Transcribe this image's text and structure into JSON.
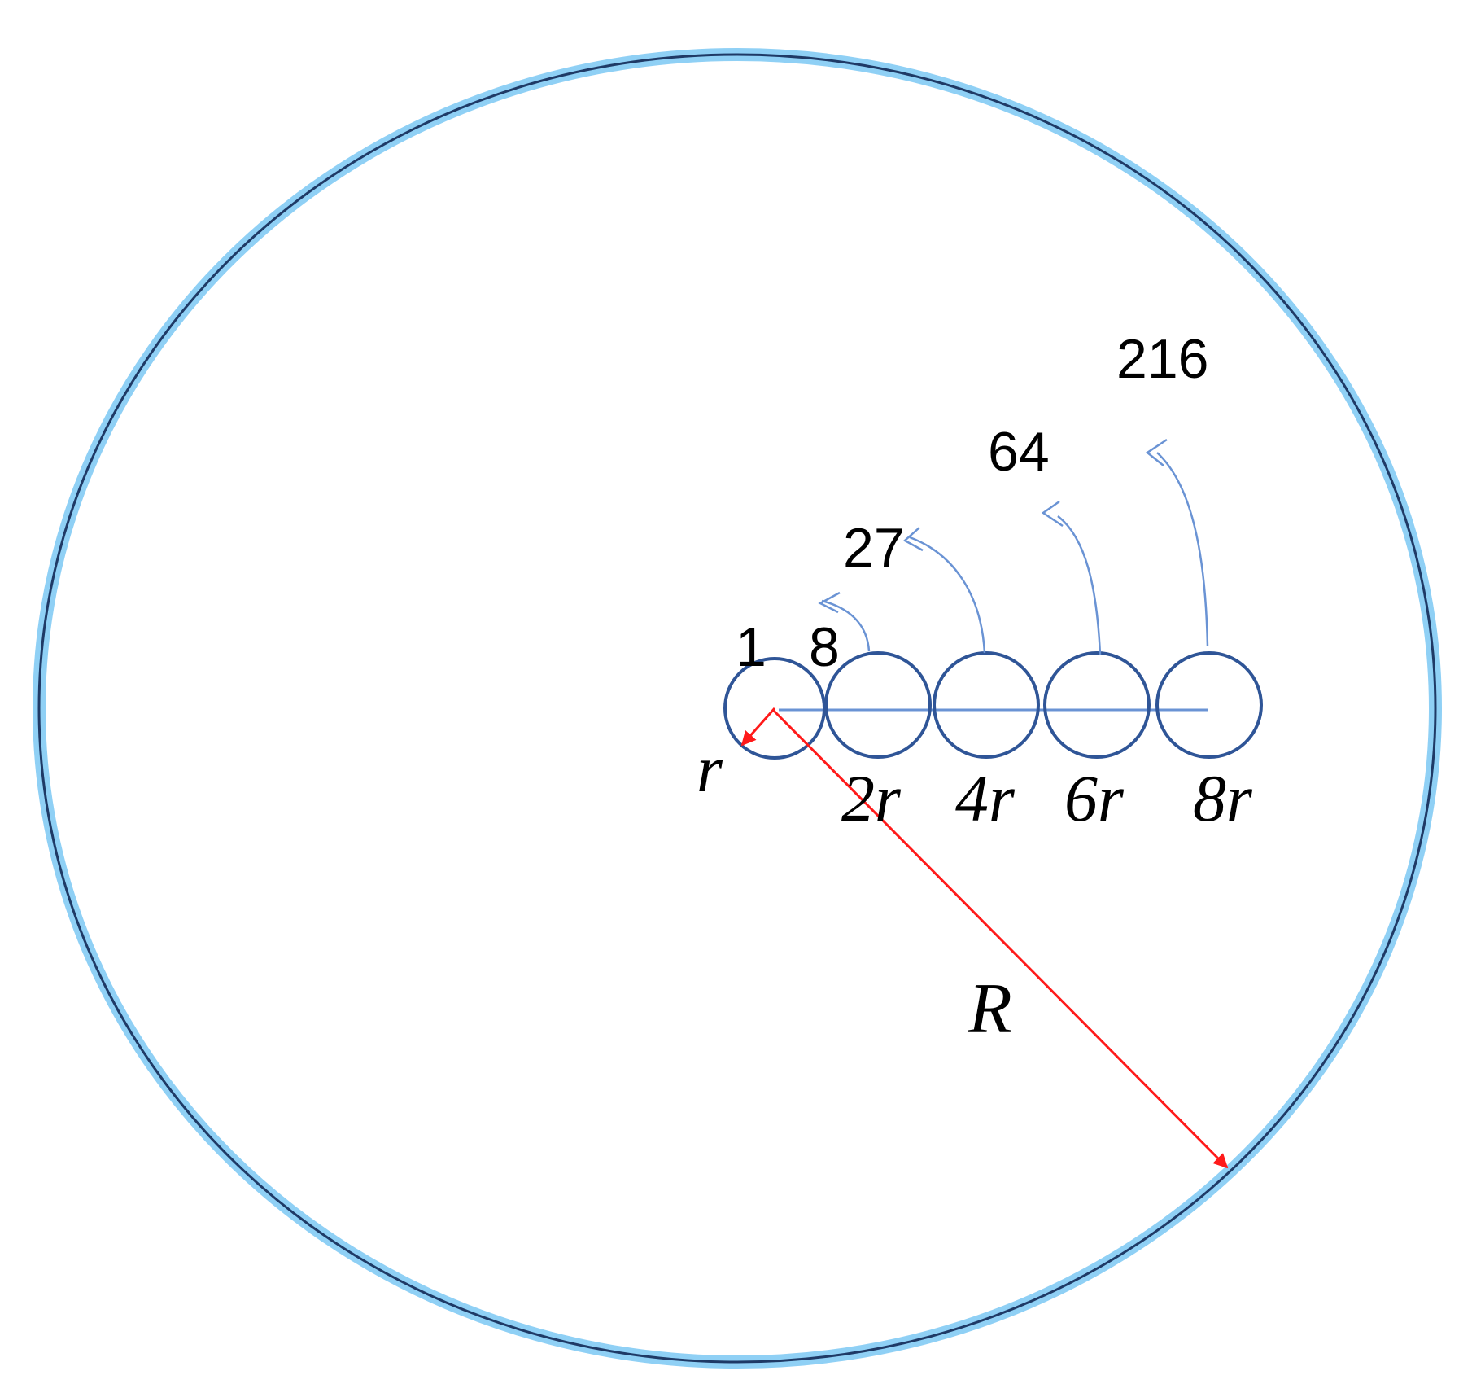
{
  "colors": {
    "outer_glow": "#8fd0f5",
    "outer_stroke": "#1f3a66",
    "small_circle_stroke": "#2f5597",
    "thin_line": "#6a93d4",
    "radius_arrow": "#ff1a1a",
    "text": "#000000"
  },
  "counts": {
    "c1": "1",
    "c2": "8",
    "c3": "27",
    "c4": "64",
    "c5": "216"
  },
  "radii_labels": {
    "r1": "r",
    "r2": "2r",
    "r3": "4r",
    "r4": "6r",
    "r5": "8r"
  },
  "outer_radius_label": "R"
}
